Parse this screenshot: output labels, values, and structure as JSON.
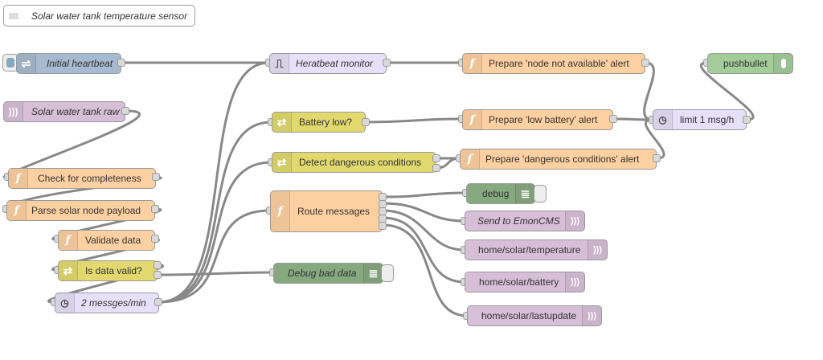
{
  "flow": {
    "nodes": {
      "comment": {
        "label": "Solar water tank temperature sensor",
        "icon": "comment-icon"
      },
      "heartbeat": {
        "label": "Initial heartbeat",
        "icon": "inject-arrow-icon"
      },
      "tank_raw": {
        "label": "Solar water tank raw",
        "icon": "mqtt-in-icon"
      },
      "completeness": {
        "label": "Check for completeness",
        "icon": "function-icon"
      },
      "parse": {
        "label": "Parse solar node payload",
        "icon": "function-icon"
      },
      "validate": {
        "label": "Validate data",
        "icon": "function-icon"
      },
      "is_valid": {
        "label": "Is data valid?",
        "icon": "switch-icon"
      },
      "rate": {
        "label": "2 messges/min",
        "icon": "delay-timer-icon"
      },
      "monitor": {
        "label": "Heratbeat monitor",
        "icon": "trigger-icon"
      },
      "battery_low": {
        "label": "Battery low?",
        "icon": "switch-icon"
      },
      "dangerous": {
        "label": "Detect dangerous conditions",
        "icon": "switch-icon"
      },
      "route": {
        "label": "Route messages",
        "icon": "function-icon"
      },
      "debug_bad": {
        "label": "Debug bad data",
        "icon": "list-icon"
      },
      "prep_na": {
        "label": "Prepare 'node not available' alert",
        "icon": "function-icon"
      },
      "prep_lowbat": {
        "label": "Prepare 'low battery' alert",
        "icon": "function-icon"
      },
      "prep_danger": {
        "label": "Prepare 'dangerous conditions' alert",
        "icon": "function-icon"
      },
      "debug": {
        "label": "debug",
        "icon": "list-icon"
      },
      "emon": {
        "label": "Send to EmonCMS",
        "icon": "broadcast-icon"
      },
      "mqtt_temp": {
        "label": "home/solar/temperature",
        "icon": "broadcast-icon"
      },
      "mqtt_bat": {
        "label": "home/solar/battery",
        "icon": "broadcast-icon"
      },
      "mqtt_last": {
        "label": "home/solar/lastupdate",
        "icon": "broadcast-icon"
      },
      "limit": {
        "label": "limit 1 msg/h",
        "icon": "delay-timer-icon"
      },
      "pushbullet": {
        "label": "pushbullet",
        "icon": "pushbullet-icon"
      }
    }
  }
}
